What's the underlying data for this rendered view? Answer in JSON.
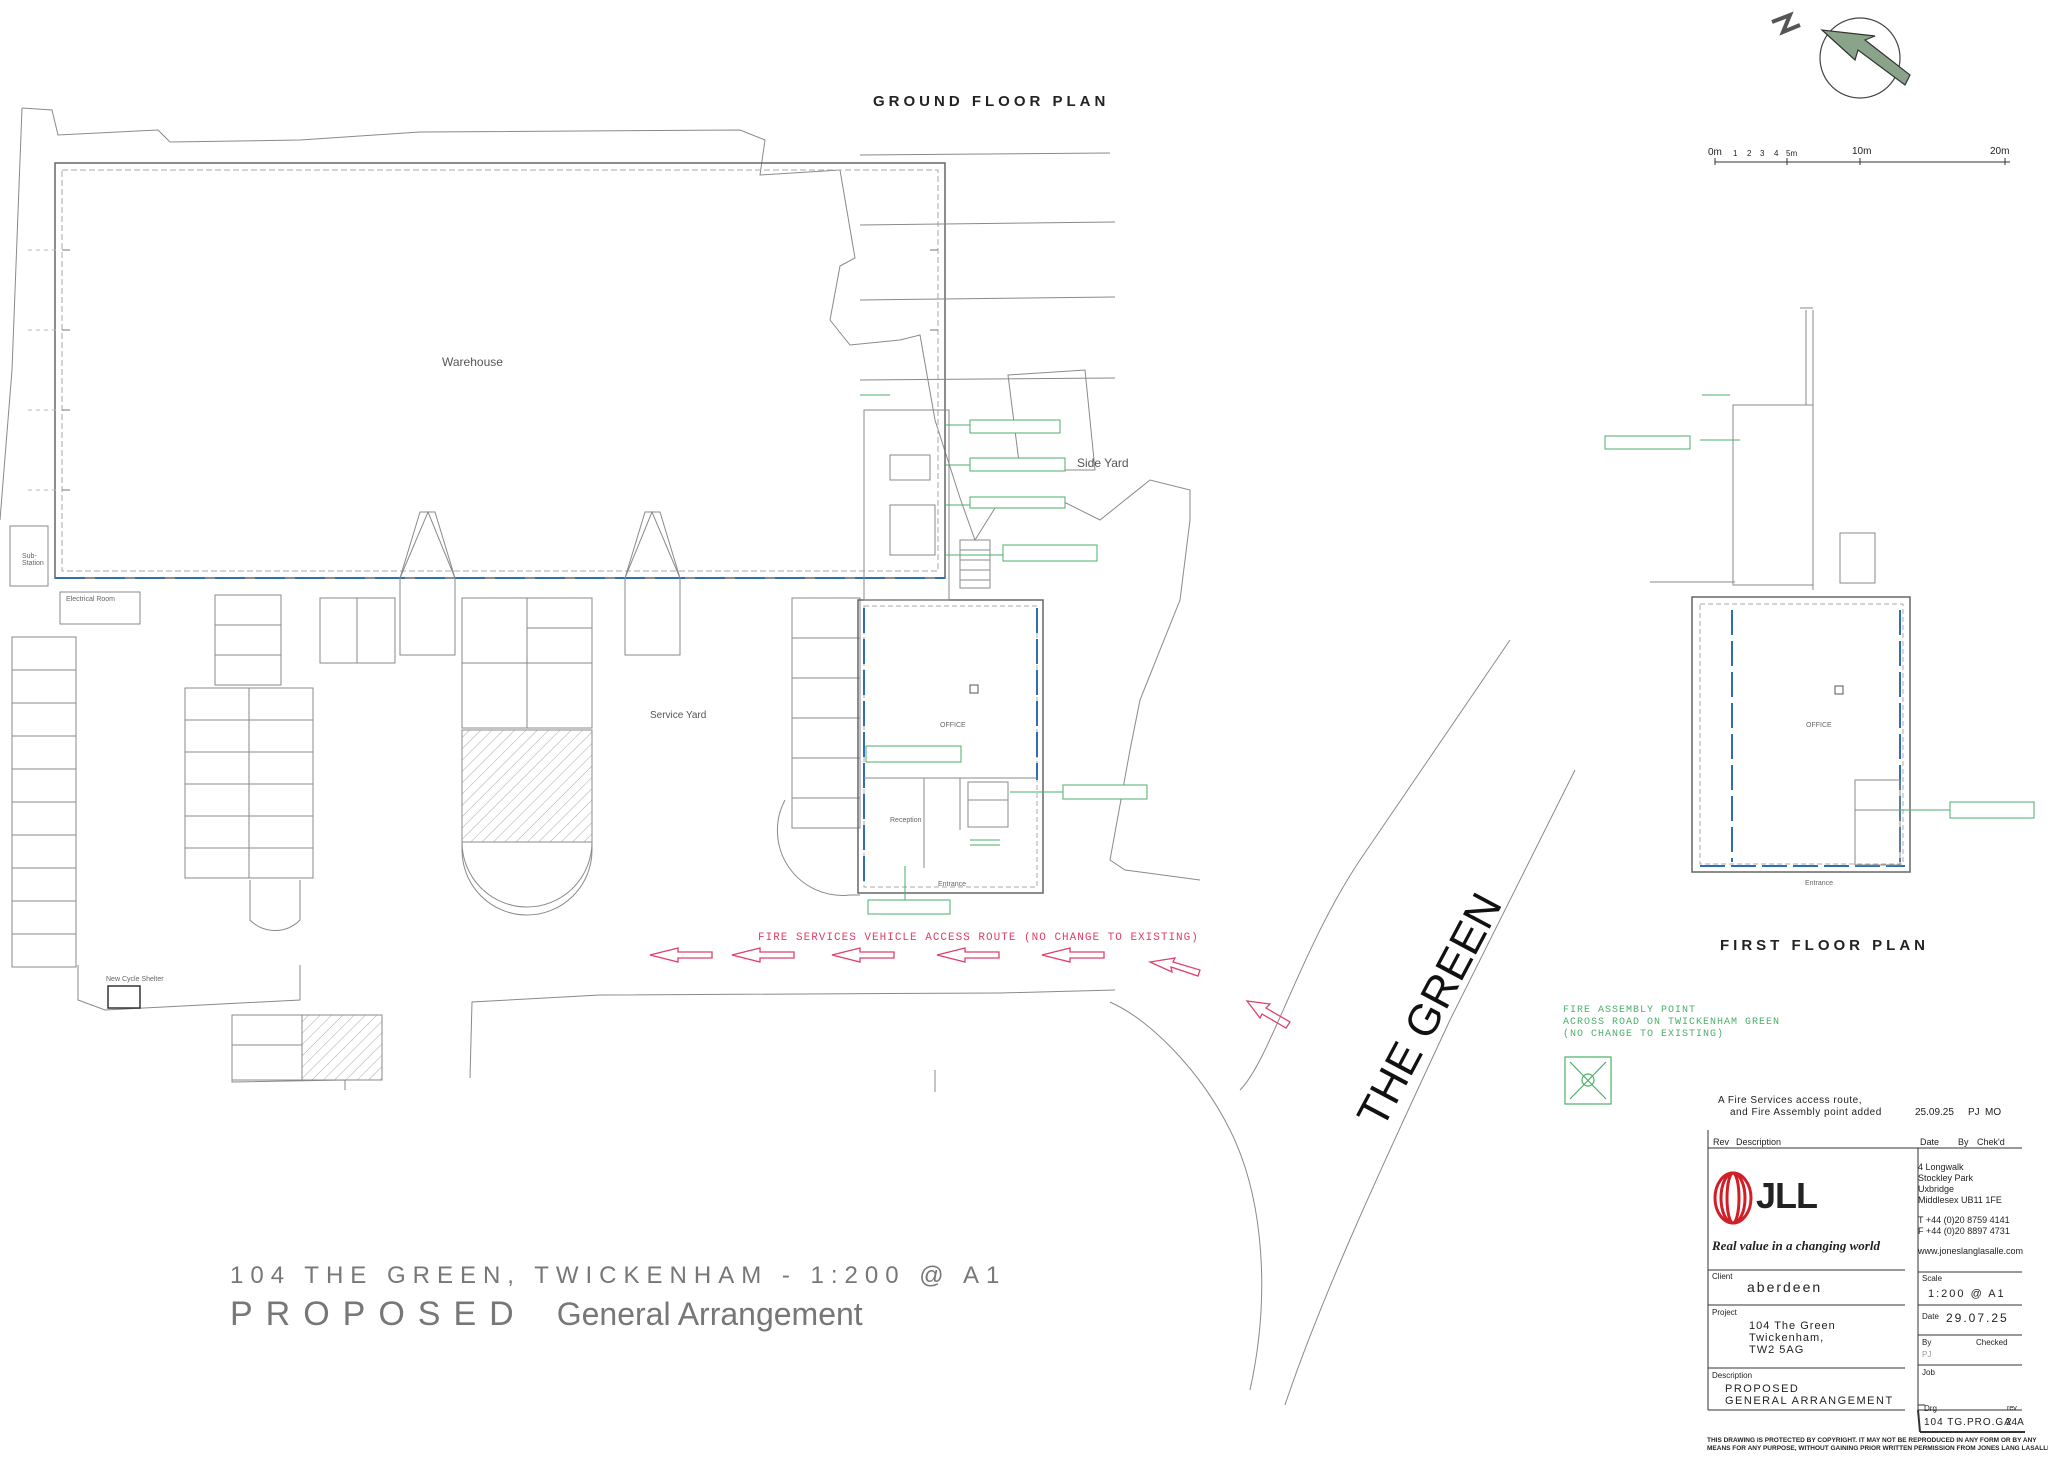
{
  "headings": {
    "ground_floor": "GROUND FLOOR PLAN",
    "first_floor": "FIRST FLOOR PLAN"
  },
  "rooms": {
    "warehouse": "Warehouse",
    "side_yard": "Side Yard",
    "service_yard": "Service Yard",
    "office_ground": "OFFICE",
    "office_first": "OFFICE",
    "reception": "Reception",
    "entrance_ground": "Entrance",
    "entrance_first": "Entrance",
    "electrical_room": "Electrical Room",
    "sub_station": "Sub-\nStation",
    "cycle_shelter": "New Cycle Shelter"
  },
  "scale_bar": {
    "labels": [
      "0m",
      "1",
      "2",
      "3",
      "4",
      "5m",
      "10m",
      "20m"
    ]
  },
  "fire_route": "FIRE SERVICES VEHICLE ACCESS ROUTE (NO CHANGE TO EXISTING)",
  "fire_assembly": [
    "FIRE ASSEMBLY POINT",
    "ACROSS ROAD ON TWICKENHAM GREEN",
    "(NO CHANGE TO EXISTING)"
  ],
  "road_name": "THE GREEN",
  "drawing_title": {
    "line1": "104 THE GREEN, TWICKENHAM  - 1:200 @ A1",
    "line2a": "PROPOSED",
    "line2b": "General Arrangement"
  },
  "revision": {
    "text_line1": "A  Fire Services access route,",
    "text_line2": "and Fire Assembly point added",
    "date": "25.09.25",
    "by": "PJ",
    "chkd": "MO",
    "col_rev": "Rev",
    "col_desc": "Description",
    "col_date": "Date",
    "col_by": "By",
    "col_chkd": "Chek'd"
  },
  "company": {
    "logo": "JLL",
    "tagline": "Real value in a changing world",
    "address": [
      "4 Longwalk",
      "Stockley Park",
      "Uxbridge",
      "Middlesex  UB11 1FE"
    ],
    "phone": "T +44 (0)20 8759 4141",
    "fax": "F +44 (0)20 8897 4731",
    "web": "www.joneslanglasalle.com"
  },
  "title_block": {
    "client_label": "Client",
    "client": "aberdeen",
    "project_label": "Project",
    "project": [
      "104 The Green",
      "Twickenham,",
      "TW2 5AG"
    ],
    "description_label": "Description",
    "description": [
      "PROPOSED",
      "GENERAL ARRANGEMENT"
    ],
    "scale_label": "Scale",
    "scale": "1:200 @ A1",
    "date_label": "Date",
    "date": "29.07.25",
    "by_label": "By",
    "by": "PJ",
    "checked_label": "Checked",
    "job_label": "Job",
    "dwg_label": "Drg",
    "rev_label": "rev",
    "dwg": "104 TG.PRO.GA",
    "rev": "24A",
    "copyright": [
      "THIS DRAWING IS PROTECTED BY COPYRIGHT. IT MAY NOT BE REPRODUCED IN ANY FORM OR BY ANY",
      "MEANS FOR ANY PURPOSE, WITHOUT GAINING PRIOR WRITTEN PERMISSION FROM JONES LANG LASALLE"
    ]
  },
  "colors": {
    "fire_route": "#e0406a",
    "assembly": "#4caf6a",
    "linework": "#777777",
    "glazing": "#2f6fb0",
    "logo_red": "#d01f26"
  }
}
